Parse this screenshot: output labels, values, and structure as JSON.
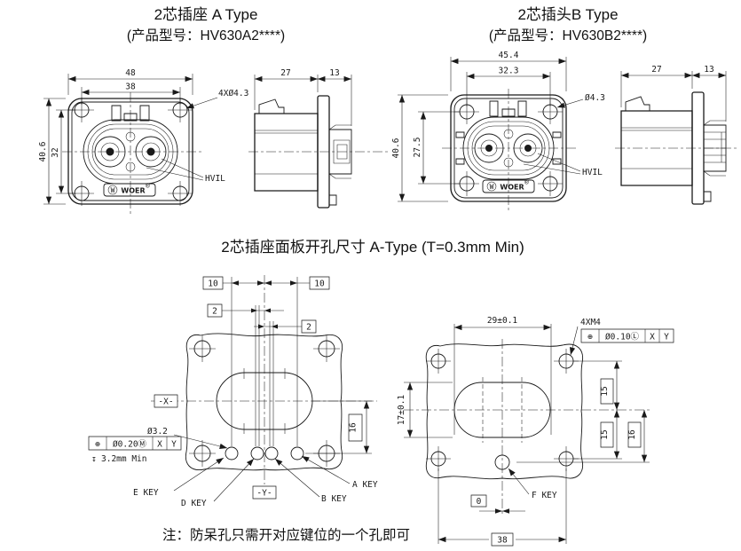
{
  "colors": {
    "ink": "#1a1a1a",
    "bg": "#ffffff"
  },
  "titles": {
    "socket_a_line1": "2芯插座 A Type",
    "socket_a_line2": "(产品型号：HV630A2****)",
    "plug_b_line1": "2芯插头B Type",
    "plug_b_line2": "(产品型号：HV630B2****)",
    "panel": "2芯插座面板开孔尺寸 A-Type (T=0.3mm Min)",
    "note": "注：防呆孔只需开对应键位的一个孔即可"
  },
  "logo": {
    "mark": "W",
    "name": "WOER",
    "reg": "®"
  },
  "socket_a_front": {
    "w": "48",
    "w_inner": "38",
    "h": "40.6",
    "h_inner": "32",
    "holes": "4XØ4.3",
    "hvil": "HVIL"
  },
  "socket_a_side": {
    "depth": "27",
    "rear": "13"
  },
  "plug_b_front": {
    "w": "45.4",
    "w_inner": "32.3",
    "h": "40.6",
    "h_inner": "27.5",
    "holes": "Ø4.3",
    "hvil": "HVIL"
  },
  "plug_b_side": {
    "depth": "27",
    "rear": "13"
  },
  "panel_left": {
    "d10l": "10",
    "d10r": "10",
    "d2l": "2",
    "d2r": "2",
    "d16": "16",
    "datum_x": "-X-",
    "datum_y": "-Y-",
    "hole": "Ø3.2",
    "gdt": {
      "sym": "⊕",
      "tol": "Ø0.20Ⓜ",
      "ref1": "X",
      "ref2": "Y"
    },
    "depth_sym": "↧",
    "depth": "3.2mm Min",
    "key_e": "E KEY",
    "key_d": "D KEY",
    "key_b": "B KEY",
    "key_a": "A KEY"
  },
  "panel_right": {
    "d29": "29±0.1",
    "thread": "4XM4",
    "gdt": {
      "sym": "⊕",
      "tol": "Ø0.10Ⓛ",
      "ref1": "X",
      "ref2": "Y"
    },
    "d17": "17±0.1",
    "d15a": "15",
    "d15b": "15",
    "d16": "16",
    "d0": "0",
    "d38": "38",
    "key_f": "F KEY"
  }
}
